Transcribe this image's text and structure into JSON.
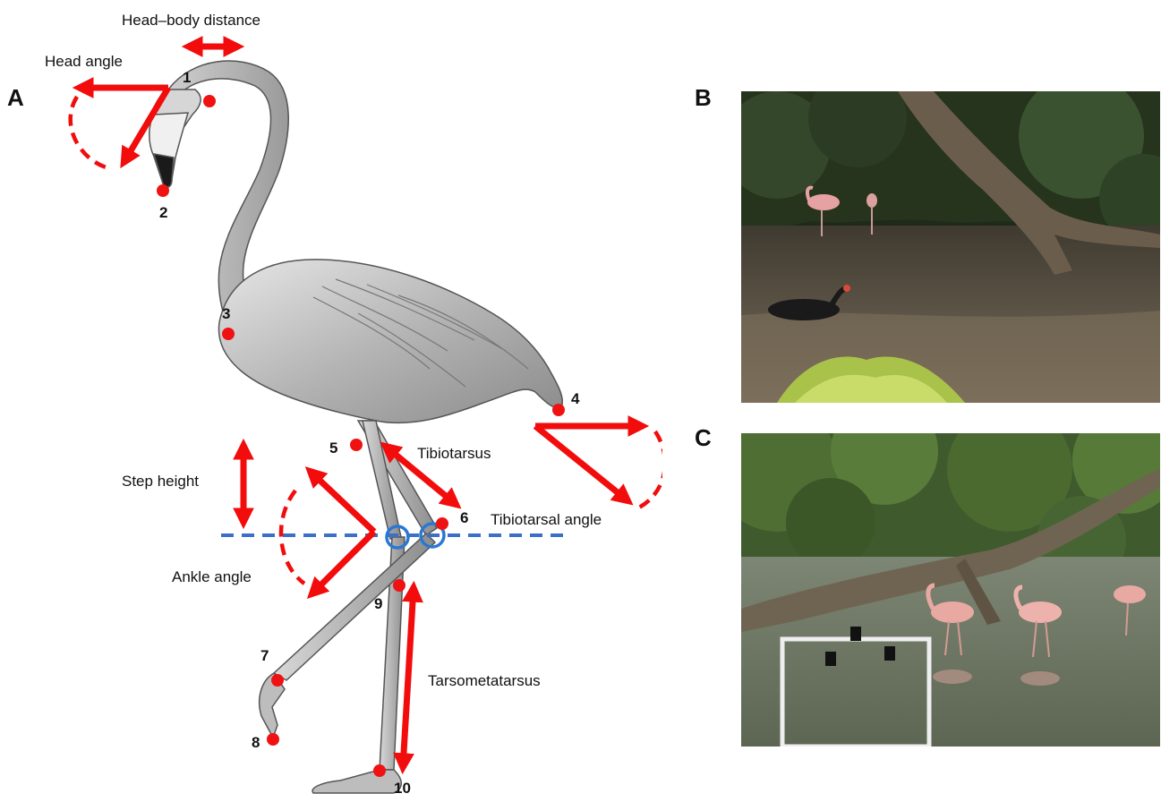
{
  "panels": {
    "a": "A",
    "b": "B",
    "c": "C"
  },
  "measurements": {
    "head_body_distance": "Head–body distance",
    "head_angle": "Head angle",
    "tibiotarsus": "Tibiotarsus",
    "tibiotarsal_angle": "Tibiotarsal angle",
    "step_height": "Step height",
    "ankle_angle": "Ankle angle",
    "tarsometatarsus": "Tarsometatarsus"
  },
  "keypoints": [
    "1",
    "2",
    "3",
    "4",
    "5",
    "6",
    "7",
    "8",
    "9",
    "10"
  ],
  "colors": {
    "arrow_red": "#f20c0c",
    "point_red": "#f01212",
    "ground_line_blue": "#3b6fc9",
    "ankle_circle_blue": "#2a78d4",
    "bird_grey": "#a8a8a8"
  }
}
